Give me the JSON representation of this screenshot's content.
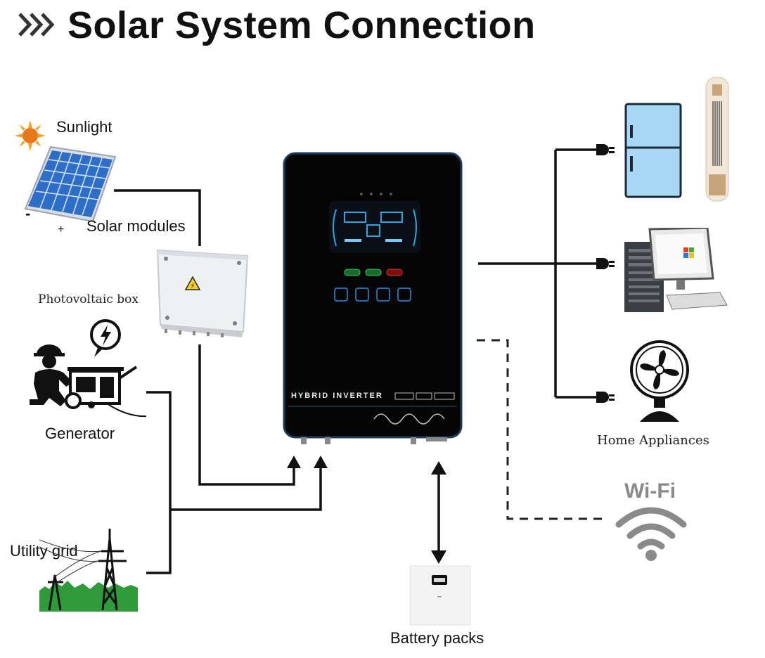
{
  "title": "Solar System Connection",
  "labels": {
    "sunlight": "Sunlight",
    "solar_modules": "Solar modules",
    "minus": "-",
    "plus": "+",
    "pv_box": "Photovoltaic box",
    "generator": "Generator",
    "utility_grid": "Utility grid",
    "battery_packs": "Battery packs",
    "home_appliances": "Home Appliances",
    "wifi": "Wi-Fi"
  },
  "inverter": {
    "name": "HYBRID INVERTER"
  },
  "colors": {
    "wire": "#111111",
    "inverter_body": "#050505",
    "inverter_edge": "#1e3a5a",
    "lcd_blue": "#2aa7e0",
    "panel_blue": "#2f6ec8",
    "fridge_blue": "#a9d8f5",
    "grass_green": "#2f9a3a",
    "wifi_gray": "#8a8a8a",
    "sun_orange": "#f08a1c"
  },
  "icons": [
    "chevron-double-icon",
    "sun-icon",
    "solar-panel-icon",
    "pv-box-icon",
    "generator-icon",
    "power-tower-icon",
    "inverter-icon",
    "battery-icon",
    "fridge-icon",
    "tower-fan-icon",
    "computer-icon",
    "desk-fan-icon",
    "wifi-icon",
    "plug-icon",
    "arrow-up-icon",
    "arrow-double-vertical-icon"
  ]
}
